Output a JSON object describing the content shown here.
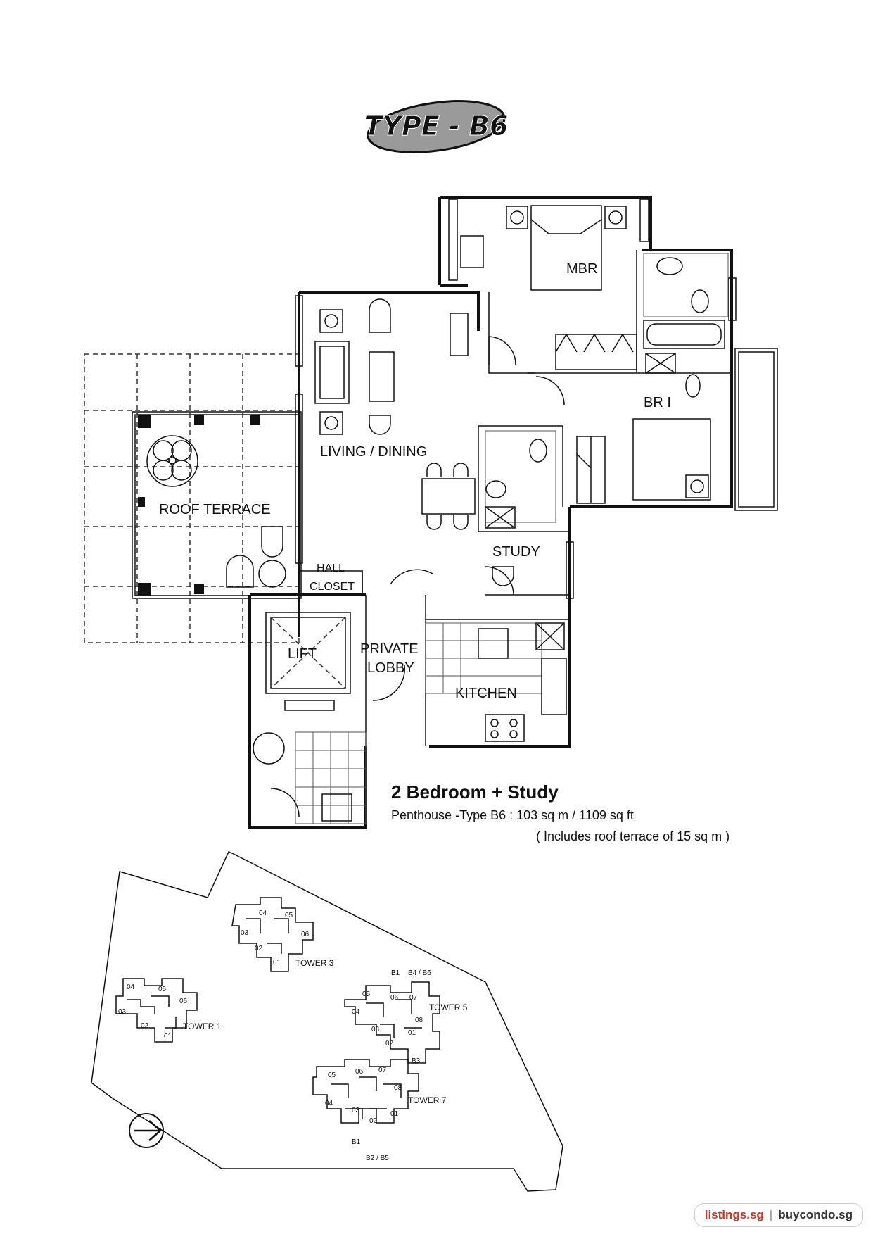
{
  "title": "TYPE - B6",
  "rooms": {
    "mbr": "MBR",
    "br1": "BR I",
    "living": "LIVING / DINING",
    "roof_terrace": "ROOF TERRACE",
    "study": "STUDY",
    "hall": "HALL",
    "closet": "CLOSET",
    "lift": "LIFT",
    "private": "PRIVATE",
    "lobby": "LOBBY",
    "kitchen": "KITCHEN"
  },
  "description": {
    "headline": "2 Bedroom + Study",
    "area": "Penthouse -Type B6 : 103 sq m / 1109 sq ft",
    "note": "( Includes roof terrace of 15 sq m )"
  },
  "site_plan": {
    "towers": [
      "TOWER 1",
      "TOWER 3",
      "TOWER 5",
      "TOWER 7"
    ],
    "tower1_units": [
      "04",
      "05",
      "06",
      "03",
      "02",
      "01"
    ],
    "tower3_units": [
      "04",
      "05",
      "03",
      "06",
      "02",
      "01"
    ],
    "tower5_units": [
      "B1",
      "B4 / B6",
      "05",
      "06",
      "07",
      "04",
      "08",
      "03",
      "01",
      "02",
      "B3"
    ],
    "tower7_units": [
      "05",
      "06",
      "07",
      "08",
      "04",
      "03",
      "02",
      "01",
      "B1",
      "B2 / B5"
    ]
  },
  "footer": {
    "site1": "listings.sg",
    "separator": "|",
    "site2": "buycondo.sg"
  },
  "icons": [
    "north-arrow-icon"
  ]
}
